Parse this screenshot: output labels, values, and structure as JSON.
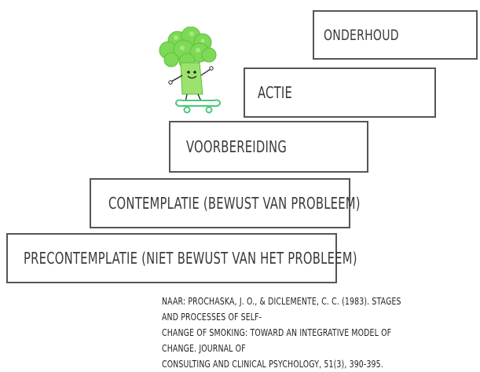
{
  "steps": {
    "onderhoud": "Onderhoud",
    "actie": "Actie",
    "voorbereiding": "Voorbereiding",
    "contemplatie": "Contemplatie (bewust van probleem)",
    "precontemplatie": "Precontemplatie (niet bewust van het probleem)"
  },
  "reference": {
    "line1": "Naar: Prochaska, J. O., & DiClemente, C. C. (1983). Stages and processes of self-",
    "line2": "change of smoking: Toward an integrative model of change. Journal of",
    "line3": "Consulting and Clinical Psychology, 51(3), 390-395."
  },
  "colors": {
    "broccoli_green": "#7ed957",
    "skateboard_green": "#4cc97a",
    "box_border": "#555555"
  },
  "icons": {
    "mascot": "broccoli-skateboarder-icon"
  }
}
